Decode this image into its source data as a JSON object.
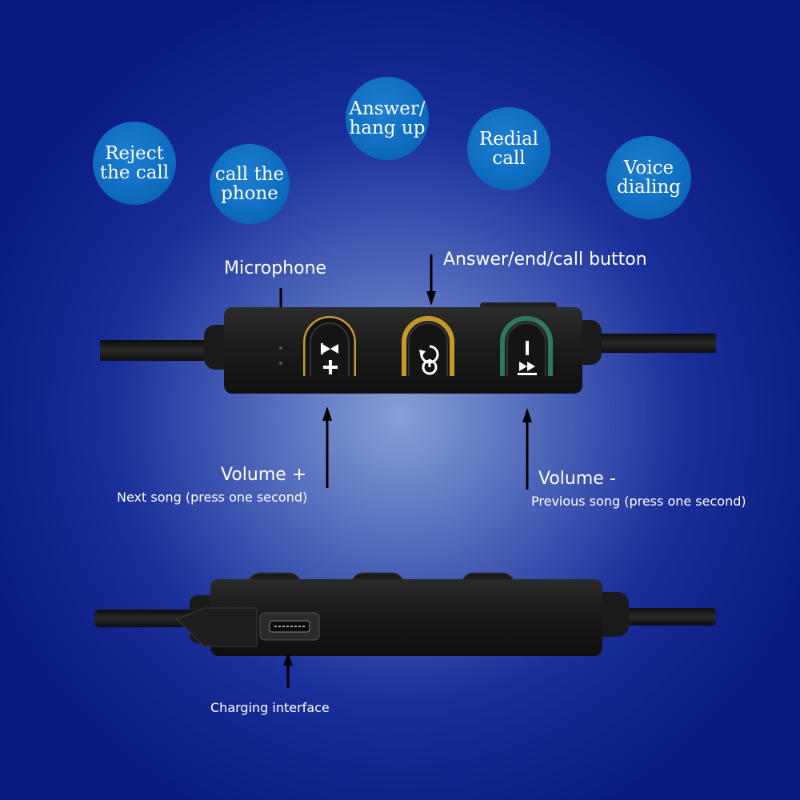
{
  "bubbles": {
    "reject": "Reject\nthe call",
    "call": "call the\nphone",
    "answer": "Answer/\nhang up",
    "redial": "Redial\ncall",
    "voice": "Voice\ndialing"
  },
  "labels": {
    "microphone": "Microphone",
    "answer_button": "Answer/end/call button",
    "volume_plus": "Volume +",
    "next_song": "Next song (press one second)",
    "volume_minus": "Volume -",
    "prev_song": "Previous song (press one second)",
    "charging": "Charging interface"
  },
  "colors": {
    "bubble": "#0e6cc0",
    "remote": "#1c1c1c",
    "background": "#1a2f9a"
  }
}
